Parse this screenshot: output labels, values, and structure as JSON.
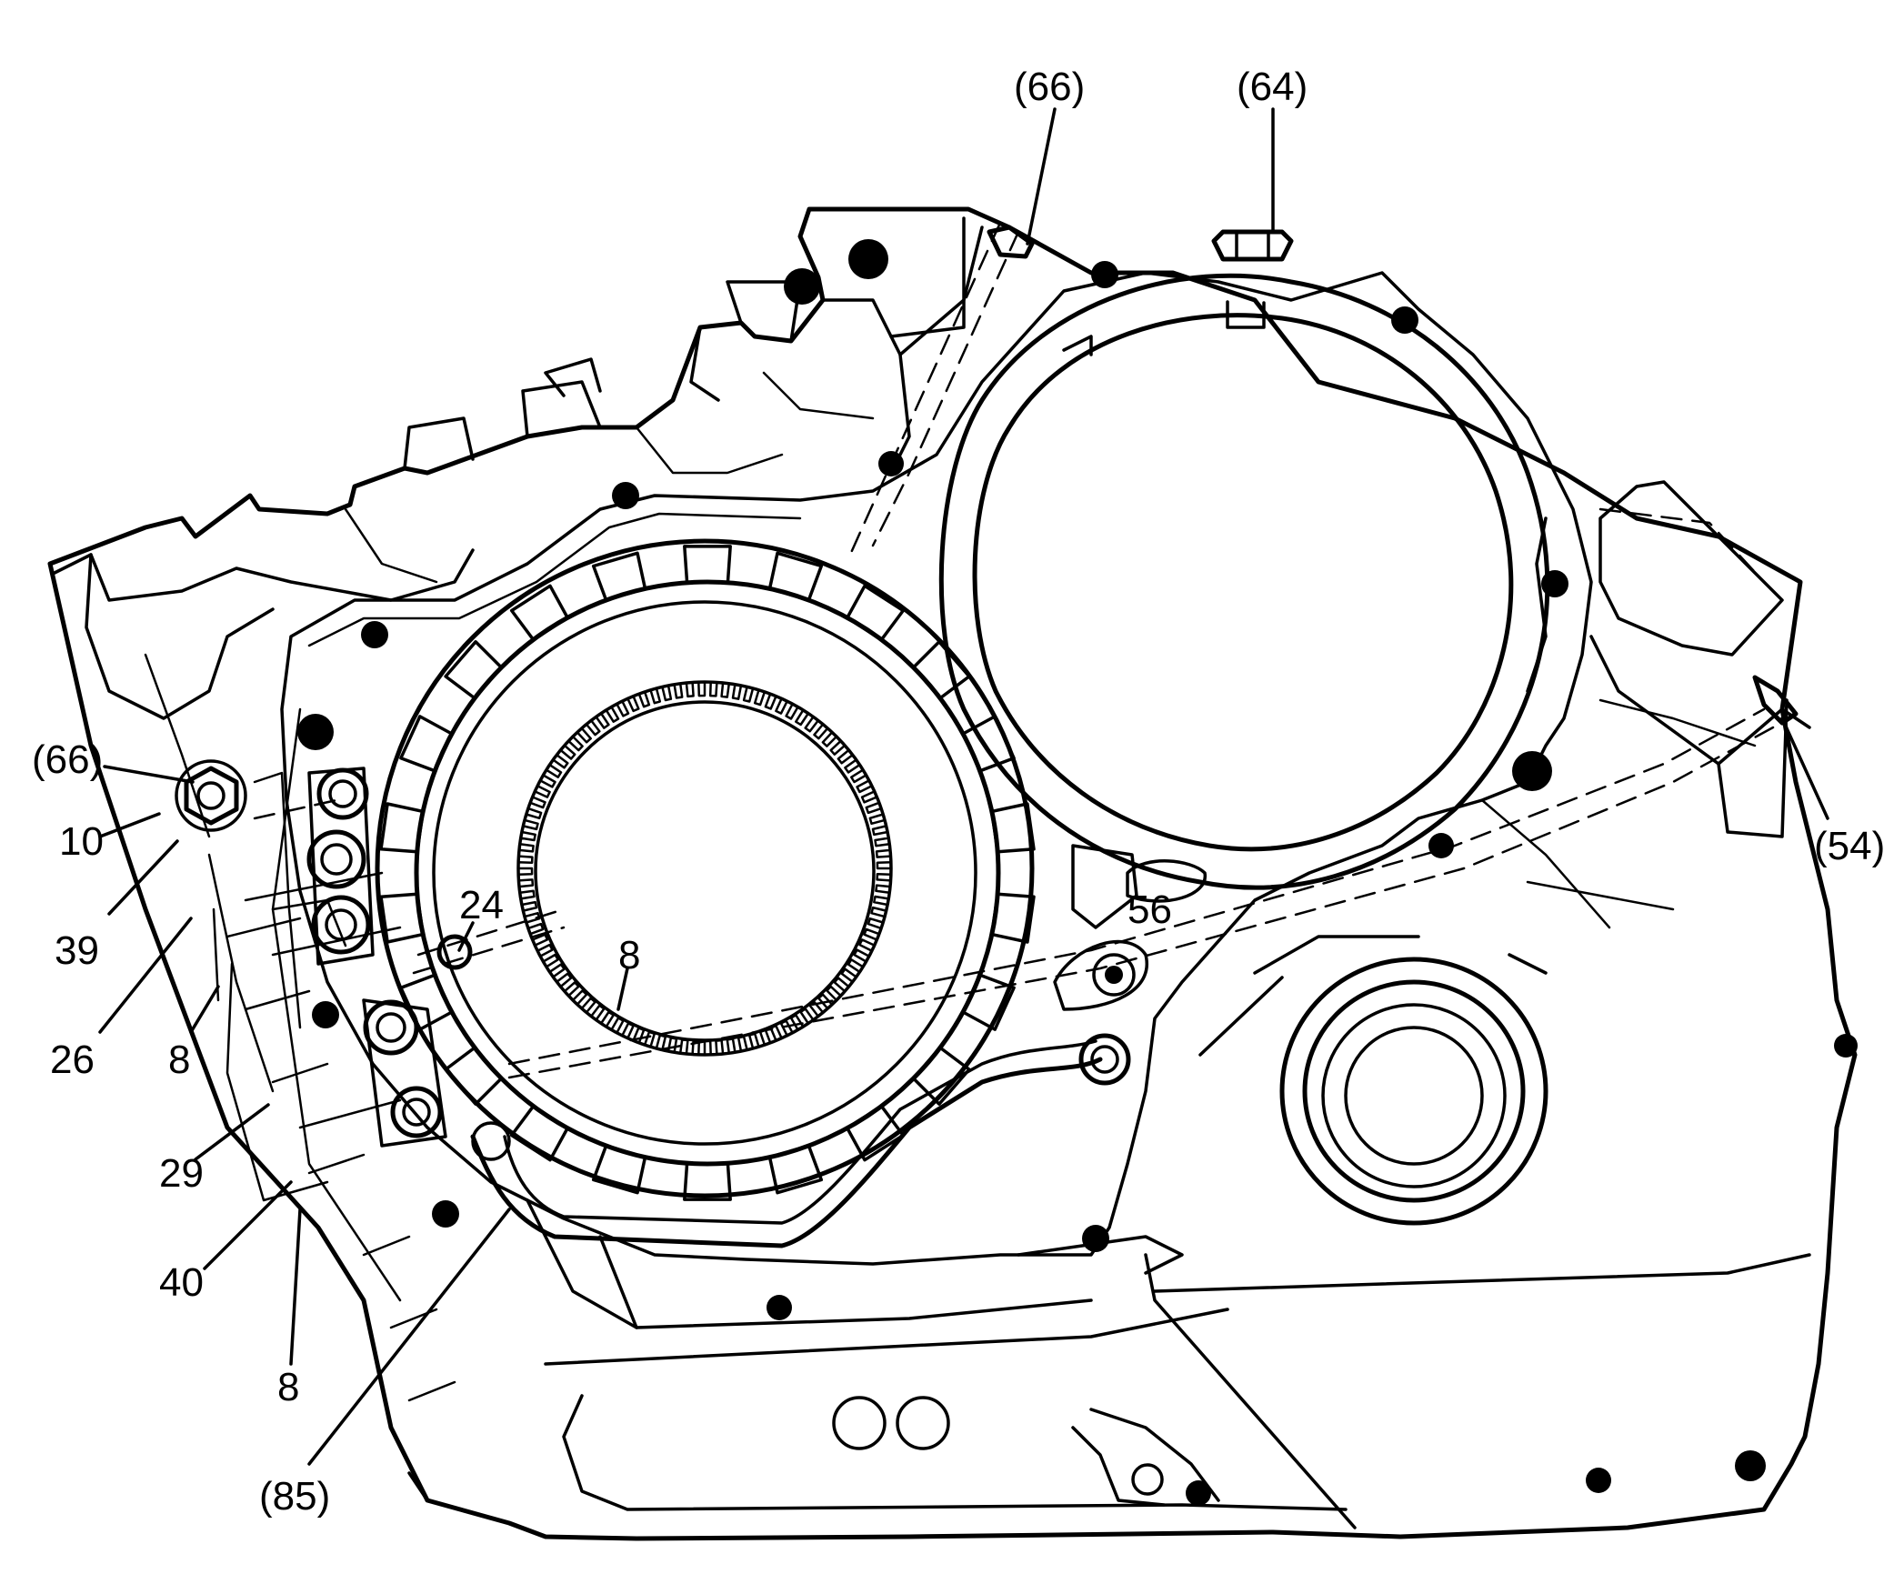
{
  "colors": {
    "ink": "#000000",
    "paper": "#ffffff"
  },
  "callouts": [
    {
      "id": "c66a",
      "text": "(66)"
    },
    {
      "id": "c64",
      "text": "(64)"
    },
    {
      "id": "c66b",
      "text": "(66)"
    },
    {
      "id": "c10",
      "text": "10"
    },
    {
      "id": "c39",
      "text": "39"
    },
    {
      "id": "c26",
      "text": "26"
    },
    {
      "id": "c8a",
      "text": "8"
    },
    {
      "id": "c29",
      "text": "29"
    },
    {
      "id": "c40",
      "text": "40"
    },
    {
      "id": "c8b",
      "text": "8"
    },
    {
      "id": "c85",
      "text": "(85)"
    },
    {
      "id": "c24",
      "text": "24"
    },
    {
      "id": "c8c",
      "text": "8"
    },
    {
      "id": "c56",
      "text": "56"
    },
    {
      "id": "c54",
      "text": "(54)"
    }
  ]
}
